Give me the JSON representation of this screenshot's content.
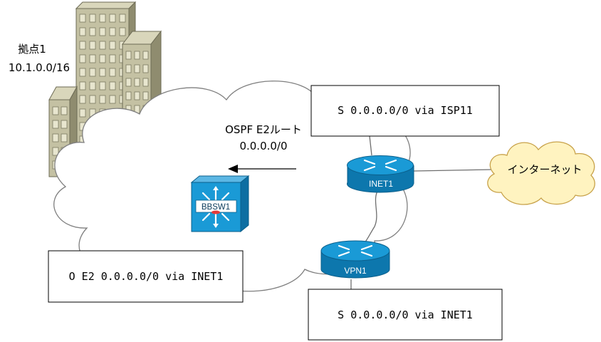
{
  "site": {
    "name": "拠点1",
    "network": "10.1.0.0/16"
  },
  "route_annotation": {
    "line1": "OSPF E2ルート",
    "line2": "0.0.0.0/0"
  },
  "devices": {
    "switch": {
      "label": "BBSW1",
      "icon": "layer3-switch-icon"
    },
    "router_inet": {
      "label": "INET1",
      "icon": "router-icon"
    },
    "router_vpn": {
      "label": "VPN1",
      "icon": "router-icon"
    },
    "internet": {
      "label": "インターネット",
      "icon": "internet-cloud-icon"
    }
  },
  "route_tables": {
    "inet1": "S 0.0.0.0/0 via ISP11",
    "bbsw1": "O E2 0.0.0.0/0 via INET1",
    "vpn1": "S 0.0.0.0/0 via INET1"
  },
  "colors": {
    "router_fill": "#1a9ad6",
    "switch_fill": "#1a9ad6",
    "internet_cloud": "#fff3c0",
    "internet_cloud_border": "#c8a24a",
    "building_main": "#c4c1a3",
    "building_shadow": "#8f8c6f",
    "building_window": "#e8e6cf"
  }
}
